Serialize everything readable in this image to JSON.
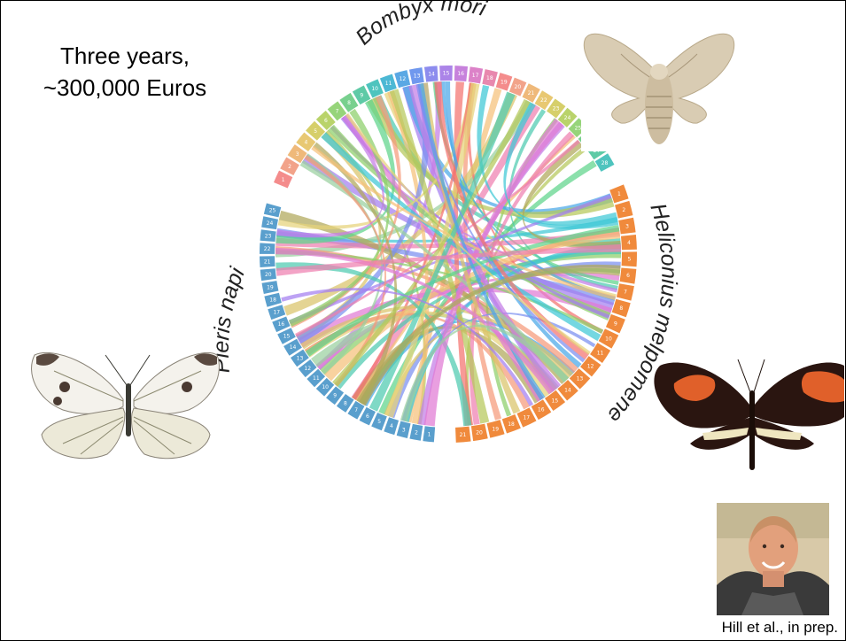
{
  "headline": {
    "line1": "Three years,",
    "line2": "~300,000 Euros"
  },
  "credit": "Hill et al., in prep.",
  "circos": {
    "genomes": [
      {
        "name": "Bombyx mori",
        "color": "#e8a84a",
        "chromosomes": 28
      },
      {
        "name": "Heliconius melpomene",
        "color": "#f08a3c",
        "chromosomes": 21
      },
      {
        "name": "Pieris napi",
        "color": "#5a9fcd",
        "chromosomes": 25
      }
    ],
    "ribbon_palette": [
      "#f4736f",
      "#f59a7a",
      "#f5c07a",
      "#d9c36a",
      "#b5c85a",
      "#8ccf6a",
      "#5ed48a",
      "#4ecbb0",
      "#3fc7d6",
      "#4aa8e8",
      "#7a8ff0",
      "#a47ef0",
      "#c47de6",
      "#e07ad4",
      "#ee7fb0",
      "#9ad0a0",
      "#e6d27a",
      "#b0a85a"
    ]
  },
  "images": {
    "bombyx_moth": "Bombyx mori moth",
    "heliconius_butterfly": "Heliconius melpomene butterfly",
    "pieris_butterfly": "Pieris napi butterfly",
    "author_photo": "Author portrait"
  }
}
